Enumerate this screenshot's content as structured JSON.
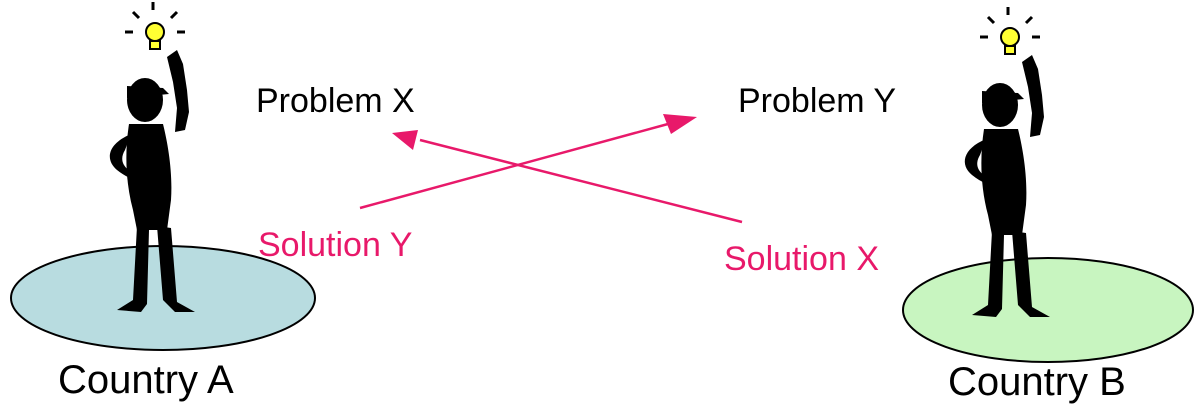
{
  "labels": {
    "problem_x": "Problem X",
    "problem_y": "Problem Y",
    "solution_y": "Solution Y",
    "solution_x": "Solution X",
    "country_a": "Country A",
    "country_b": "Country B"
  },
  "colors": {
    "arrow": "#e8196a",
    "solution_text": "#e8196a",
    "country_a_fill": "#b8dce0",
    "country_b_fill": "#c8f5c0",
    "figure": "#000000",
    "bulb": "#ffff33"
  },
  "icons": {
    "person_a": "thinking-person-icon",
    "person_b": "thinking-person-icon",
    "bulb": "lightbulb-icon"
  }
}
